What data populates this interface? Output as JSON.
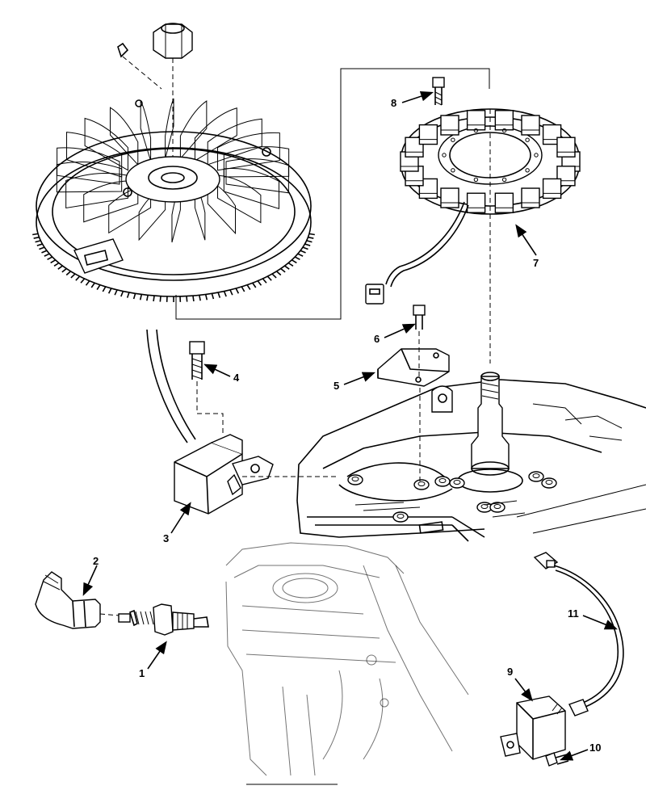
{
  "figure": {
    "type": "exploded-parts-diagram",
    "callouts": [
      {
        "id": "c1",
        "label": "1",
        "part": "spark-plug"
      },
      {
        "id": "c2",
        "label": "2",
        "part": "spark-plug-boot"
      },
      {
        "id": "c3",
        "label": "3",
        "part": "ignition-module"
      },
      {
        "id": "c4",
        "label": "4",
        "part": "module-bolt"
      },
      {
        "id": "c5",
        "label": "5",
        "part": "bracket"
      },
      {
        "id": "c6",
        "label": "6",
        "part": "bracket-screw"
      },
      {
        "id": "c7",
        "label": "7",
        "part": "stator"
      },
      {
        "id": "c8",
        "label": "8",
        "part": "stator-bolt"
      },
      {
        "id": "c9",
        "label": "9",
        "part": "voltage-regulator"
      },
      {
        "id": "c10",
        "label": "10",
        "part": "regulator-screw"
      },
      {
        "id": "c11",
        "label": "11",
        "part": "wire-harness"
      }
    ]
  }
}
